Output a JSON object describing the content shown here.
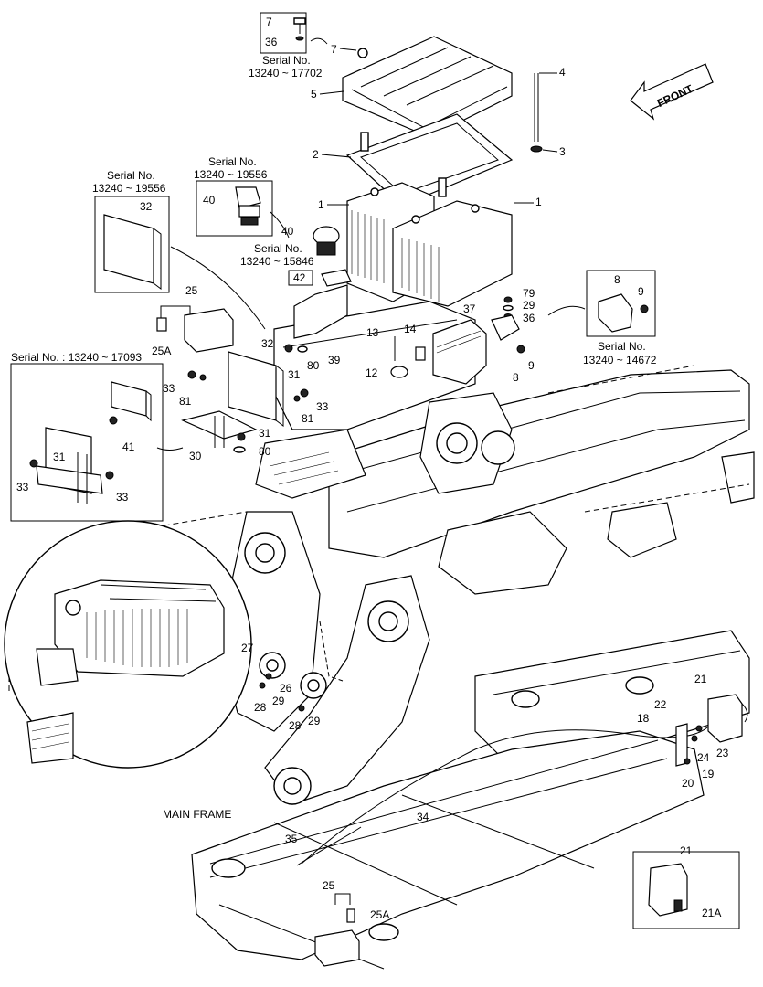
{
  "callouts": {
    "c1a": "1",
    "c1b": "1",
    "c2": "2",
    "c3": "3",
    "c4": "4",
    "c5": "5",
    "c7a": "7",
    "c7b": "7",
    "c8a": "8",
    "c8b": "8",
    "c9a": "9",
    "c9b": "9",
    "c12": "12",
    "c13": "13",
    "c14": "14",
    "c18": "18",
    "c19": "19",
    "c20": "20",
    "c21a": "21",
    "c21b": "21",
    "c21A": "21A",
    "c22": "22",
    "c23": "23",
    "c24": "24",
    "c25a": "25",
    "c25b": "25",
    "c25Aa": "25A",
    "c25Ab": "25A",
    "c26": "26",
    "c27": "27",
    "c28a": "28",
    "c28b": "28",
    "c29a": "29",
    "c29b": "29",
    "c29c": "29",
    "c30": "30",
    "c31a": "31",
    "c31b": "31",
    "c31c": "31",
    "c32a": "32",
    "c32b": "32",
    "c33a": "33",
    "c33b": "33",
    "c33c": "33",
    "c33d": "33",
    "c34": "34",
    "c35": "35",
    "c36a": "36",
    "c36b": "36",
    "c37": "37",
    "c39": "39",
    "c40a": "40",
    "c40b": "40",
    "c41": "41",
    "c42": "42",
    "c79": "79",
    "c80a": "80",
    "c80b": "80",
    "c81a": "81",
    "c81b": "81"
  },
  "serials": {
    "s1_title": "Serial No.",
    "s1_range": "13240 ~ 17702",
    "s2_title": "Serial No.",
    "s2_range": "13240 ~ 19556",
    "s3_title": "Serial No.",
    "s3_range": "13240 ~ 19556",
    "s4_title": "Serial No.",
    "s4_range": "13240 ~ 15846",
    "s5_title": "Serial No.",
    "s5_range": "13240 ~ 14672",
    "s6": "Serial No. : 13240 ~ 17093"
  },
  "labels": {
    "front": "FRONT",
    "main_frame": "MAIN FRAME"
  }
}
